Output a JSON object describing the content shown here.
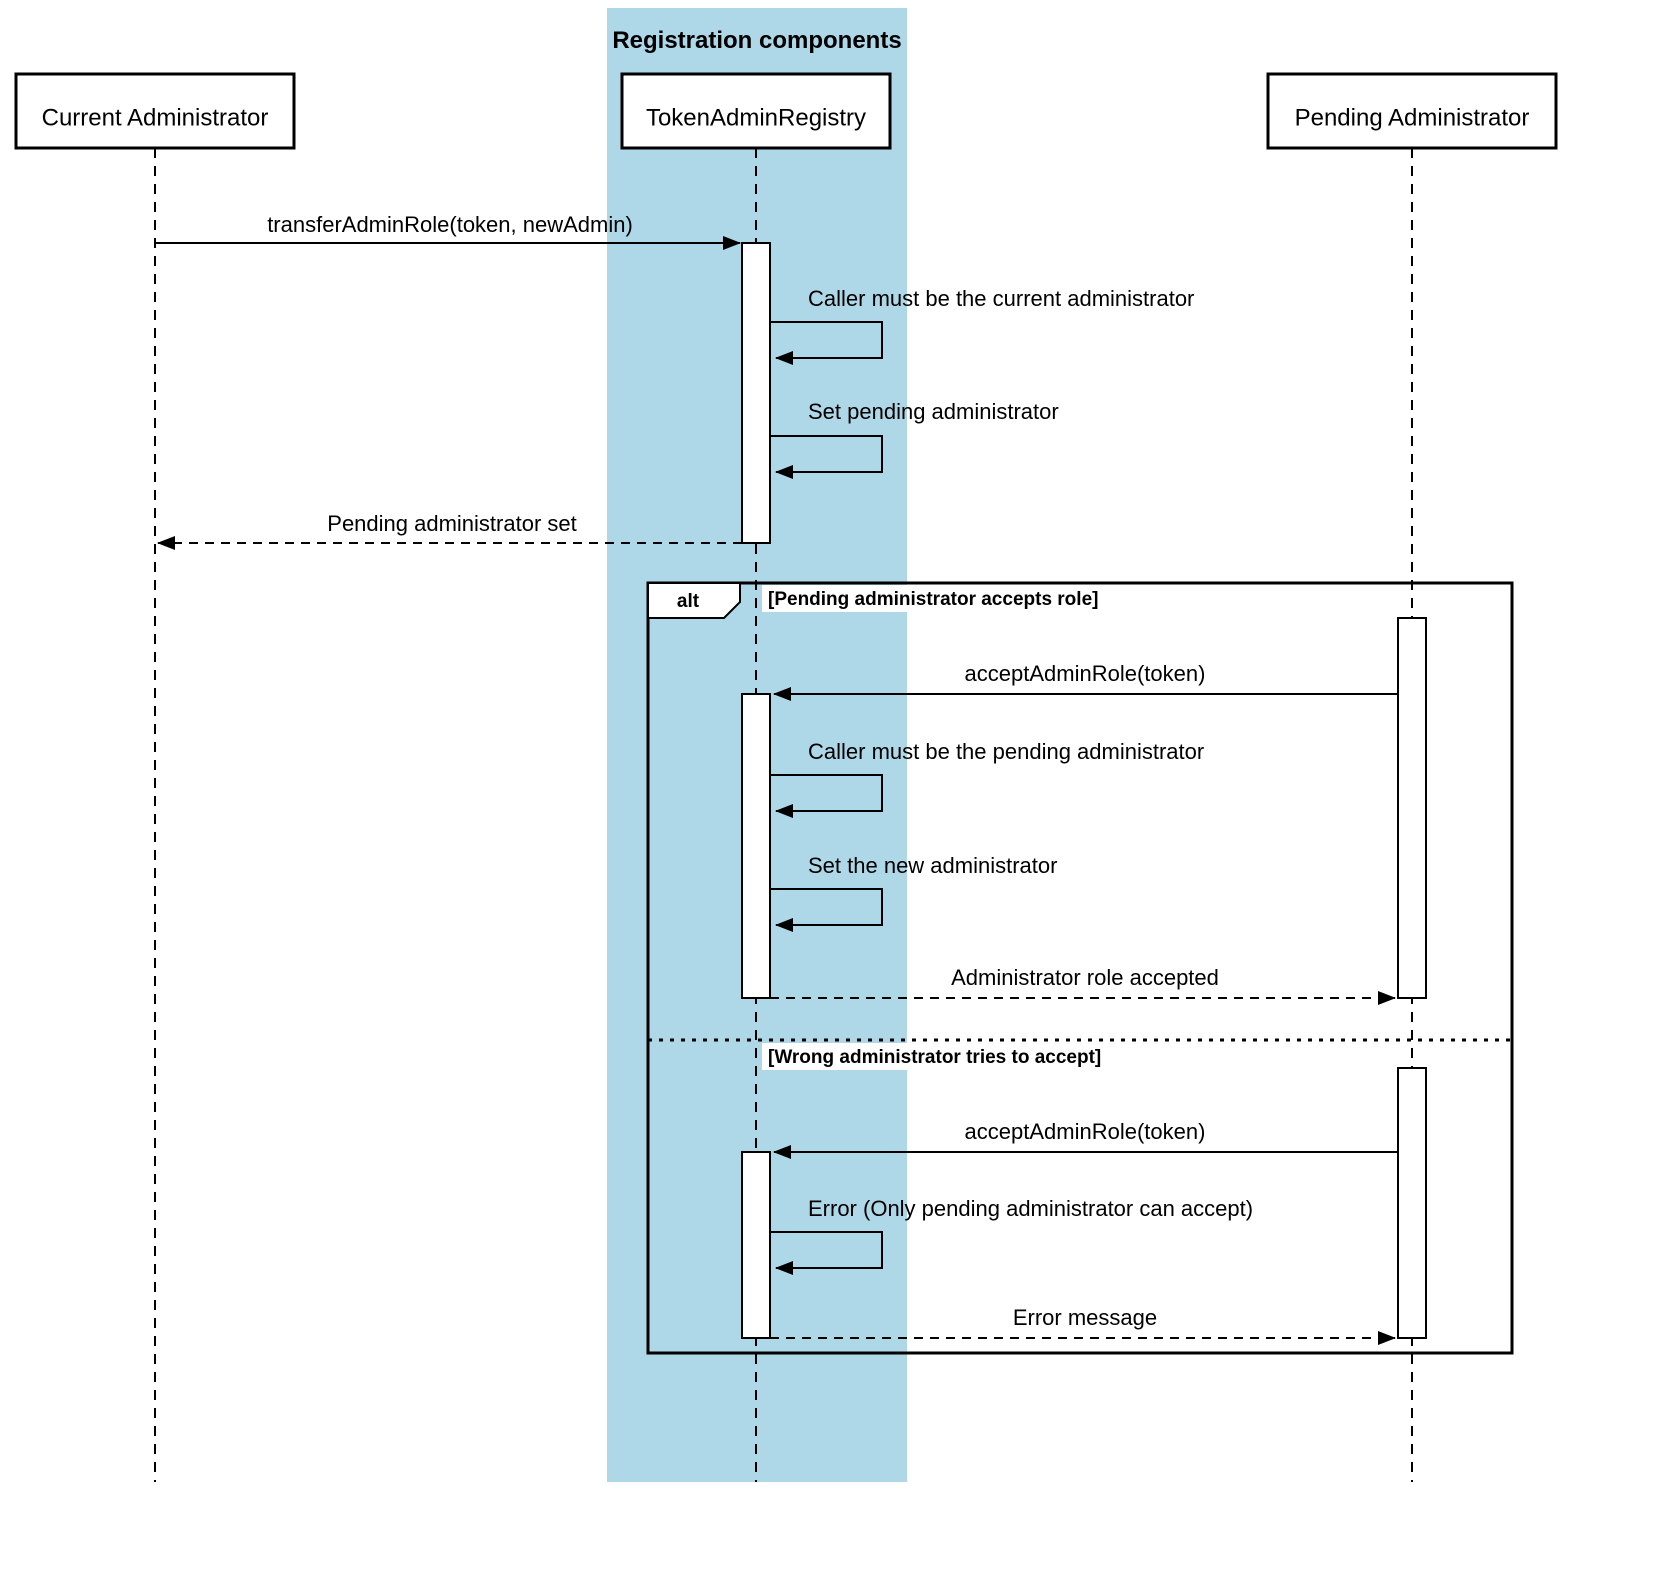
{
  "group": {
    "title": "Registration components"
  },
  "participants": {
    "current": "Current Administrator",
    "registry": "TokenAdminRegistry",
    "pending": "Pending Administrator"
  },
  "messages": {
    "transfer_call": "transferAdminRole(token, newAdmin)",
    "check_current": "Caller must be the current administrator",
    "set_pending": "Set pending administrator",
    "pending_set_return": "Pending administrator set",
    "accept_call_1": "acceptAdminRole(token)",
    "check_pending": "Caller must be the pending administrator",
    "set_new_admin": "Set the new administrator",
    "accepted_return": "Administrator role accepted",
    "accept_call_2": "acceptAdminRole(token)",
    "error_self": "Error (Only pending administrator can accept)",
    "error_return": "Error message"
  },
  "alt": {
    "operator": "alt",
    "condition_accept": "[Pending administrator accepts role]",
    "condition_wrong": "[Wrong administrator tries to accept]"
  },
  "colors": {
    "group_fill": "#aed7e8",
    "stroke": "#000000",
    "activation_fill": "#ffffff"
  }
}
